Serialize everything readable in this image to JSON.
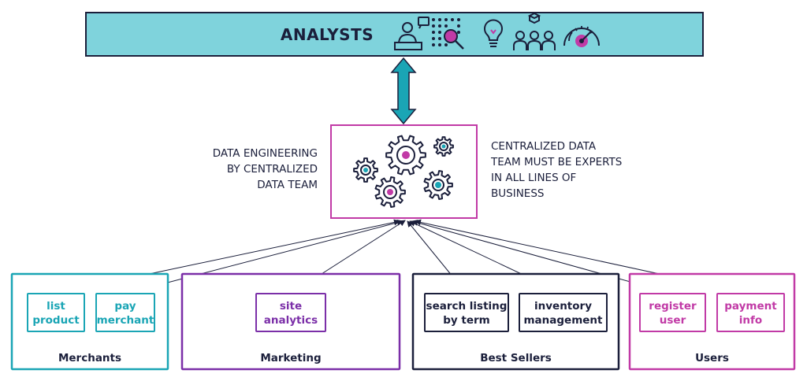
{
  "header": {
    "title": "ANALYSTS",
    "icons": [
      "analyst-laptop-icon",
      "dot-grid-magnifier-icon",
      "lightbulb-icon",
      "team-people-icon",
      "speedometer-icon"
    ]
  },
  "center": {
    "left_note": [
      "DATA ENGINEERING",
      "BY CENTRALIZED",
      "DATA TEAM"
    ],
    "right_note": [
      "CENTRALIZED DATA",
      "TEAM MUST BE EXPERTS",
      "IN ALL LINES OF",
      "BUSINESS"
    ],
    "icon": "gears-icon"
  },
  "domains": [
    {
      "name": "Merchants",
      "color": "#1aa5b5",
      "services": [
        [
          "list",
          "product"
        ],
        [
          "pay",
          "merchant"
        ]
      ]
    },
    {
      "name": "Marketing",
      "color": "#7b2fa8",
      "services": [
        [
          "site",
          "analytics"
        ]
      ]
    },
    {
      "name": "Best Sellers",
      "color": "#1b1f3b",
      "services": [
        [
          "search listing",
          "by term"
        ],
        [
          "inventory",
          "management"
        ]
      ]
    },
    {
      "name": "Users",
      "color": "#c13aa6",
      "services": [
        [
          "register",
          "user"
        ],
        [
          "payment",
          "info"
        ]
      ]
    }
  ],
  "colors": {
    "banner_fill": "#7fd3dc",
    "banner_stroke": "#1b1f3b",
    "arrow_teal": "#1aa5b5",
    "accent_magenta": "#c13aa6",
    "ink": "#1b1f3b"
  }
}
